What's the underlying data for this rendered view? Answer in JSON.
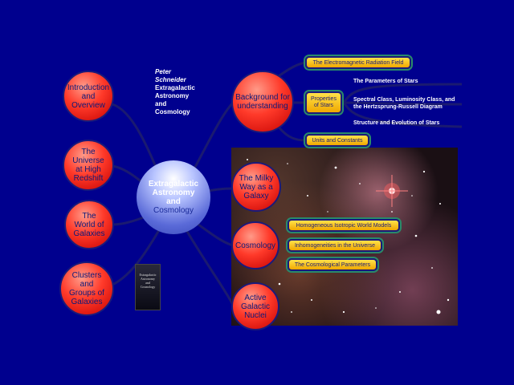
{
  "center": {
    "line1": "Extragalactic",
    "line2": "Astronomy",
    "line3": "and",
    "line4": "Cosmology"
  },
  "author_block": {
    "line1": "Peter",
    "line2": "Schneider",
    "line3": "Extragalactic",
    "line4": "Astronomy",
    "line5": "and",
    "line6": "Cosmology"
  },
  "left_nodes": [
    {
      "lines": [
        "Introduction",
        "and",
        "Overview"
      ]
    },
    {
      "lines": [
        "The",
        "Universe",
        "at High",
        "Redshift"
      ]
    },
    {
      "lines": [
        "The",
        "World of",
        "Galaxies"
      ]
    },
    {
      "lines": [
        "Clusters",
        "and",
        "Groups of",
        "Galaxies"
      ]
    }
  ],
  "right_nodes": [
    {
      "lines": [
        "Background for",
        "understanding"
      ]
    },
    {
      "lines": [
        "The Milky",
        "Way as a",
        "Galaxy"
      ]
    },
    {
      "lines": [
        "Cosmology"
      ]
    },
    {
      "lines": [
        "Active",
        "Galactic",
        "Nuclei"
      ]
    }
  ],
  "background_topics": {
    "em_field": "The Electromagnetic Radiation Field",
    "properties": {
      "line1": "Properties",
      "line2": "of Stars"
    },
    "units": "Units and Constants",
    "star_topics": [
      "The Parameters of Stars",
      "Spectral Class, Luminosity Class, and",
      "the Hertzsprung-Russell Diagram",
      "Structure and Evolution of Stars"
    ]
  },
  "cosmology_topics": [
    "Homogeneous Isotropic World Models",
    "Inhomogeneities in the Universe",
    "The Cosmological Parameters"
  ],
  "book_cover": {
    "line1": "Extragalactic",
    "line2": "Astronomy",
    "line3": "and",
    "line4": "Cosmology"
  },
  "colors": {
    "background": "#00008e",
    "node_red": "#ff3a2a",
    "pill_yellow": "#ffd020"
  }
}
